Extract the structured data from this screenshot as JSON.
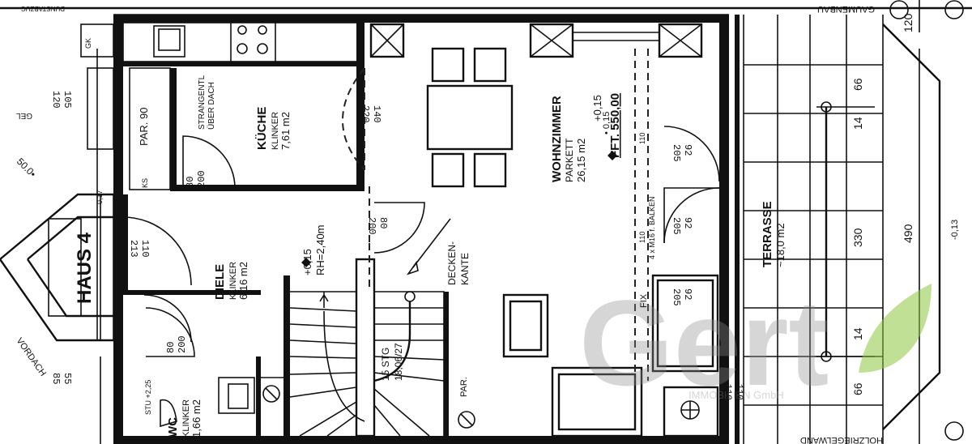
{
  "rooms": {
    "kueche": {
      "name": "KÜCHE",
      "floor": "KLINKER",
      "area": "7,61 m2"
    },
    "wohnzimmer": {
      "name": "WOHNZIMMER",
      "floor": "PARKETT",
      "area": "26,15 m2"
    },
    "diele": {
      "name": "DIELE",
      "floor": "KLINKER",
      "area": "6,16 m2"
    },
    "wc": {
      "name": "WC",
      "floor": "KLINKER",
      "area": "1,66 m2"
    },
    "terrasse": {
      "name": "TERRASSE",
      "area": "~18,0 m2"
    }
  },
  "labels": {
    "haus": "HAUS 4",
    "vordach": "VORDACH",
    "strangentl": "STRANGENTL",
    "ueber_dach": "ÜBER DACH",
    "par90": "PAR. 90",
    "rh": "RH=2,40m",
    "level_diele": "+0,15",
    "level_wohn": "+0,15",
    "fertig": "FFT. 550,00",
    "stg": "15 STG",
    "stg_dim": "18,06/27",
    "decken": "DECKEN-",
    "kante": "KANTE",
    "par": "PAR.",
    "fix": "FIX",
    "balken": "4 x M16 f. BALKEN",
    "holzriegelwand": "HOLZRIEGELWAND",
    "gaumenbau": "GAUMENBAU",
    "dunstabzug": "DUNSTABZUG",
    "ks": "KS",
    "gk": "GK",
    "dim_level": "50.0•",
    "gel": "GEL",
    "stu": "STU +2,25",
    "watermark": "Gert",
    "watermark_sub": "IMMOBILIEN GmbH"
  },
  "doors": {
    "kueche_door": {
      "width": "80",
      "height": "200"
    },
    "wohn_door": {
      "width": "140",
      "height": "220"
    },
    "diele_door": {
      "width": "80",
      "height": "200"
    },
    "entry_door": {
      "width": "110",
      "height": "213"
    },
    "wc_door": {
      "width": "80",
      "height": "200"
    },
    "window_left_top": {
      "width": "105",
      "height": "120"
    },
    "window_right_1": {
      "width": "92",
      "height": "205"
    },
    "window_right_2": {
      "width": "92",
      "height": "205"
    },
    "window_right_3": {
      "width": "92",
      "height": "205"
    },
    "window_wc": {
      "width": "55",
      "height": "85"
    },
    "window_bottom_right": {
      "width": "110",
      "height": "110"
    }
  },
  "dimensions": {
    "d120": "120",
    "d66_top": "66",
    "d14_top": "14",
    "d330": "330",
    "d490": "490",
    "d14_bot": "14",
    "d66_bot": "66",
    "d013": "-0,13",
    "d015": "• 0,15",
    "d110a": "110",
    "d110b": "110",
    "d017": "0,17"
  },
  "colors": {
    "ink": "#111111",
    "watermark_grey": "#8c8c8c",
    "leaf_green": "#8cc63f"
  }
}
